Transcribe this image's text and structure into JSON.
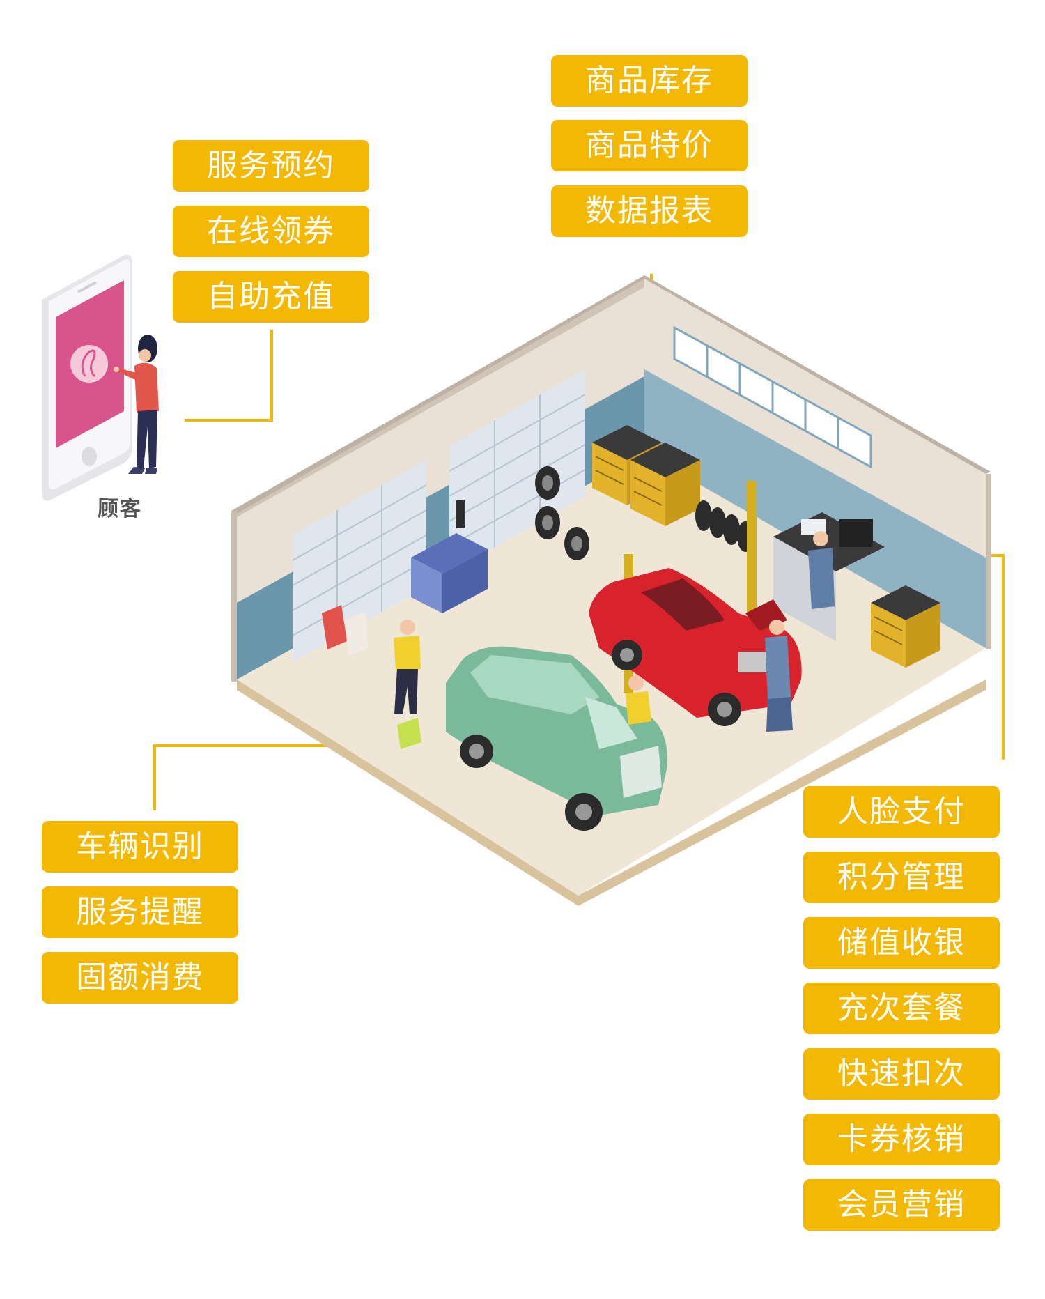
{
  "customer": {
    "label": "顾客"
  },
  "groups": {
    "customer_features": [
      "服务预约",
      "在线领券",
      "自助充值"
    ],
    "inventory_features": [
      "商品库存",
      "商品特价",
      "数据报表"
    ],
    "cashier_features": [
      "人脸支付",
      "积分管理",
      "储值收银",
      "充次套餐",
      "快速扣次",
      "卡券核销",
      "会员营销"
    ],
    "vehicle_features": [
      "车辆识别",
      "服务提醒",
      "固额消费"
    ]
  },
  "colors": {
    "tag_bg": "#f2b804",
    "tag_text": "#ffffff",
    "connector": "#f2b804"
  }
}
